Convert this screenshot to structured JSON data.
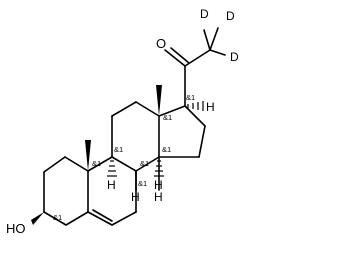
{
  "molecule": {
    "atoms": {
      "oxygen_carbonyl": "O",
      "hydroxyl": "HO",
      "deuterium": [
        "D",
        "D",
        "D"
      ],
      "hydrogen": [
        "H",
        "H",
        "H",
        "H",
        "H"
      ]
    },
    "stereo_labels": [
      "&1",
      "&1",
      "&1",
      "&1",
      "&1",
      "&1",
      "&1",
      "&1"
    ]
  }
}
